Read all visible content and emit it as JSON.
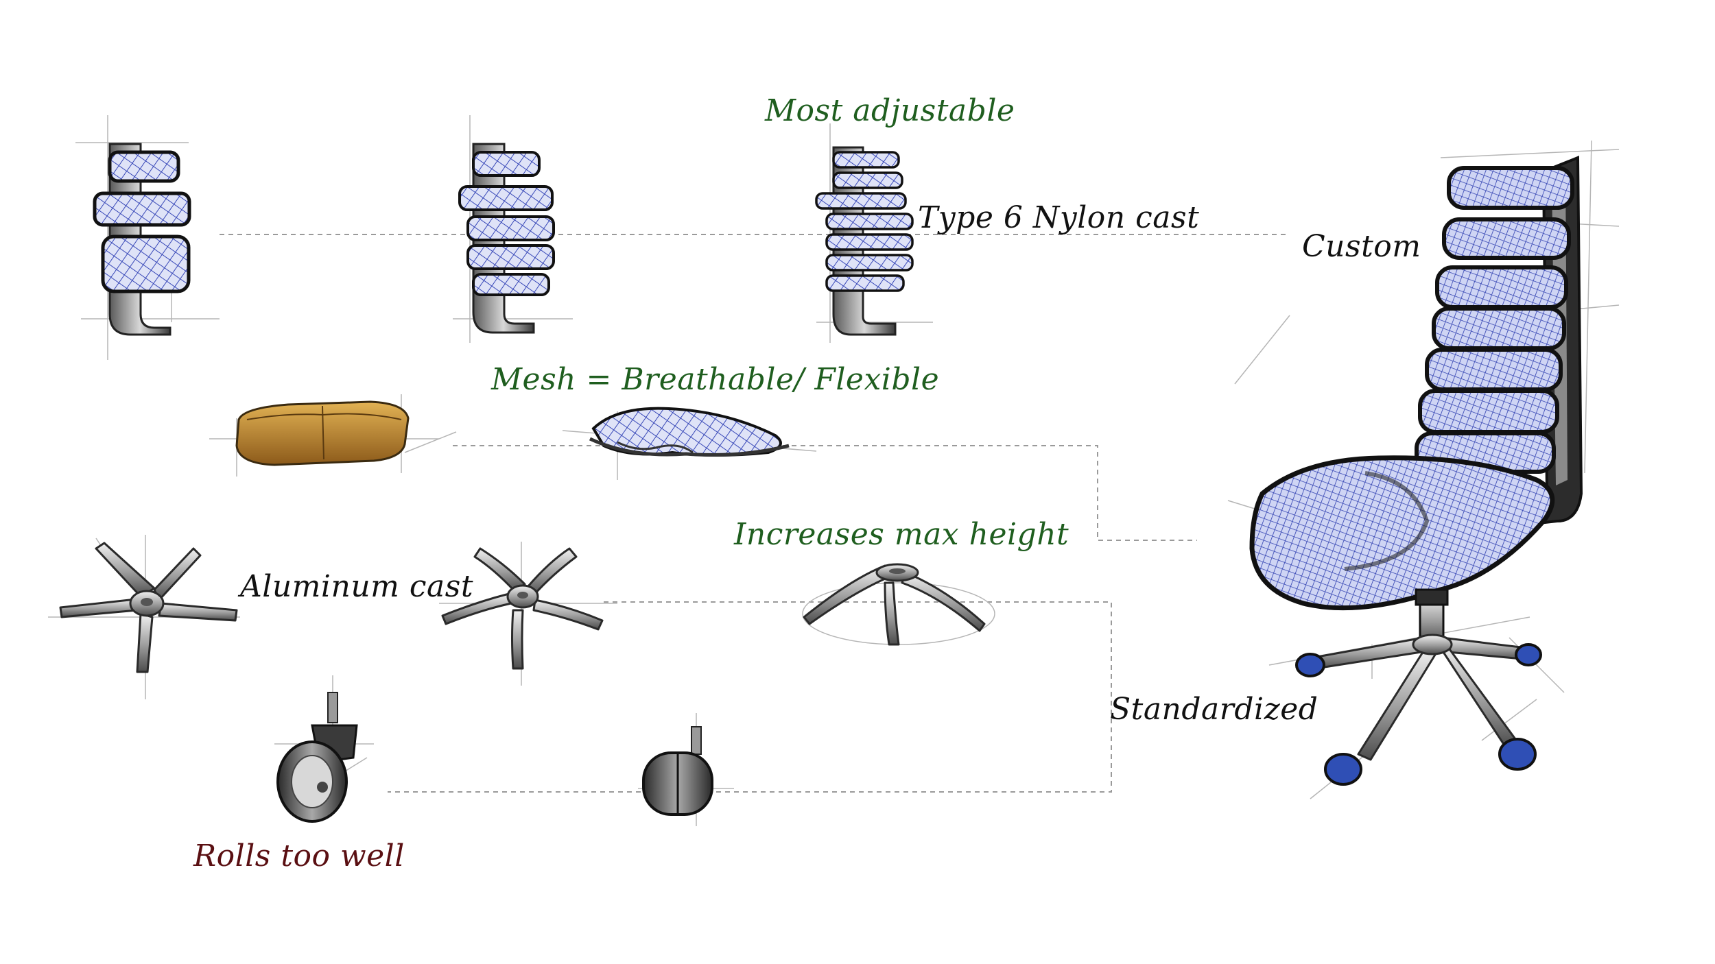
{
  "labels": {
    "most_adjustable": "Most adjustable",
    "type6_nylon": "Type 6 Nylon cast",
    "custom": "Custom",
    "mesh": "Mesh = Breathable/ Flexible",
    "increases_height": "Increases max height",
    "aluminum_cast": "Aluminum cast",
    "standardized": "Standardized",
    "rolls_too_well": "Rolls too well"
  },
  "colors": {
    "annotation_green": "#1f5e1f",
    "annotation_dark_red": "#5a0f12",
    "annotation_black": "#111111",
    "mesh_blue": "#3848b8",
    "connector_gray": "#9a9a9a",
    "leather_tan": "#c48a2e"
  },
  "icons": {
    "backrest_sketches": [
      "backrest-wide-pads-icon",
      "backrest-five-pads-icon",
      "backrest-seven-pads-icon"
    ],
    "seat_sketches": [
      "leather-cushion-seat-icon",
      "mesh-seat-icon"
    ],
    "base_sketches": [
      "five-star-base-straight-icon",
      "five-star-base-curved-icon",
      "five-star-base-raised-icon"
    ],
    "caster_sketches": [
      "wheel-caster-icon",
      "ball-caster-icon"
    ],
    "final_design": "mesh-office-chair-icon"
  }
}
